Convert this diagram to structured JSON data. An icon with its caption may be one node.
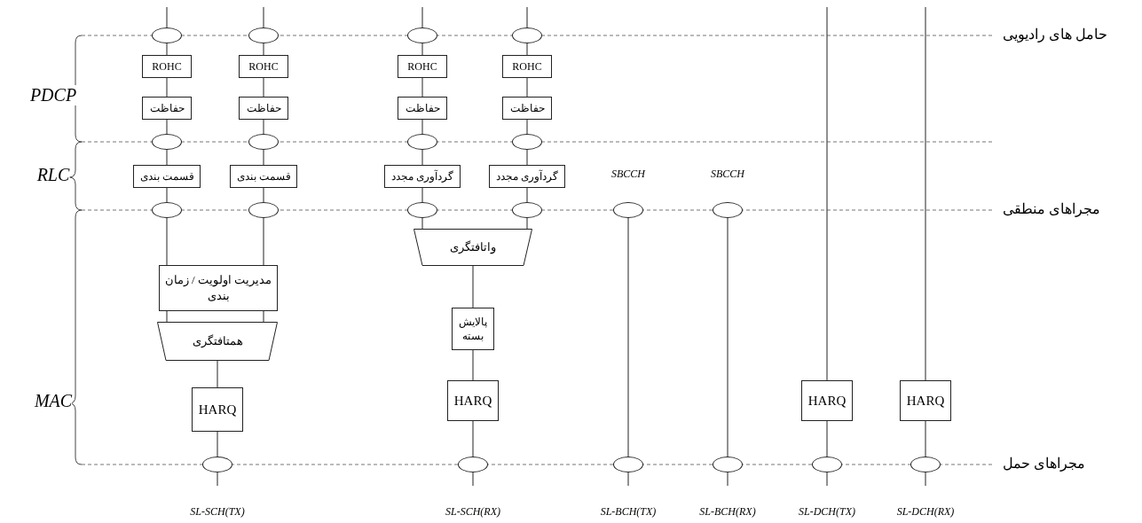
{
  "diagram": {
    "nodes": [
      {
        "text": [],
        "shape": "ellipse"
      },
      {
        "text": [],
        "shape": "ellipse"
      },
      {
        "text": [],
        "shape": "ellipse"
      },
      {
        "text": [],
        "shape": "ellipse"
      },
      {
        "text": [
          "ROHC"
        ]
      },
      {
        "text": [
          "ROHC"
        ]
      },
      {
        "text": [
          "ROHC"
        ]
      },
      {
        "text": [
          "ROHC"
        ]
      },
      {
        "text": [
          "حفاظت"
        ]
      },
      {
        "text": [
          "حفاظت"
        ]
      },
      {
        "text": [
          "حفاظت"
        ]
      },
      {
        "text": [
          "حفاظت"
        ]
      },
      {
        "text": [],
        "shape": "ellipse"
      },
      {
        "text": [],
        "shape": "ellipse"
      },
      {
        "text": [],
        "shape": "ellipse"
      },
      {
        "text": [],
        "shape": "ellipse"
      },
      {
        "text": [
          "قسمت بندی"
        ]
      },
      {
        "text": [
          "قسمت بندی"
        ]
      },
      {
        "text": [
          "گردآوری مجدد"
        ]
      },
      {
        "text": [
          "گردآوری مجدد"
        ]
      },
      {
        "text": [],
        "shape": "ellipse"
      },
      {
        "text": [],
        "shape": "ellipse"
      },
      {
        "text": [],
        "shape": "ellipse"
      },
      {
        "text": [],
        "shape": "ellipse"
      },
      {
        "text": [],
        "shape": "ellipse"
      },
      {
        "text": [],
        "shape": "ellipse"
      },
      {
        "text": [
          "واتافتگری"
        ]
      },
      {
        "text": [
          "مدیریت اولویت / زمان بندی"
        ]
      },
      {
        "text": [
          "پالایش بسته"
        ]
      },
      {
        "text": [
          "همتافتگری"
        ]
      },
      {
        "text": [
          "HARQ"
        ]
      },
      {
        "text": [
          "HARQ"
        ]
      },
      {
        "text": [
          "HARQ"
        ]
      },
      {
        "text": [
          "HARQ"
        ]
      },
      {
        "text": [],
        "shape": "ellipse"
      },
      {
        "text": [],
        "shape": "ellipse"
      },
      {
        "text": [],
        "shape": "ellipse"
      },
      {
        "text": [],
        "shape": "ellipse"
      },
      {
        "text": [],
        "shape": "ellipse"
      },
      {
        "text": [],
        "shape": "ellipse"
      }
    ],
    "edges": [
      {
        "from": null,
        "to": 0,
        "arrow": "none"
      },
      {
        "from": null,
        "to": 1,
        "arrow": "none"
      },
      {
        "from": null,
        "to": 2,
        "arrow": "none"
      },
      {
        "from": null,
        "to": 3,
        "arrow": "none"
      },
      {
        "from": 0,
        "to": 4,
        "arrow": "none"
      },
      {
        "from": 1,
        "to": 5,
        "arrow": "none"
      },
      {
        "from": 2,
        "to": 6,
        "arrow": "none"
      },
      {
        "from": 3,
        "to": 7,
        "arrow": "none"
      },
      {
        "from": 4,
        "to": 8,
        "arrow": "none"
      },
      {
        "from": 5,
        "to": 9,
        "arrow": "none"
      },
      {
        "from": 6,
        "to": 10,
        "arrow": "none"
      },
      {
        "from": 7,
        "to": 11,
        "arrow": "none"
      },
      {
        "from": 8,
        "to": 12,
        "arrow": "none"
      },
      {
        "from": 9,
        "to": 13,
        "arrow": "none"
      },
      {
        "from": 10,
        "to": 14,
        "arrow": "none"
      },
      {
        "from": 11,
        "to": 15,
        "arrow": "none"
      },
      {
        "from": 12,
        "to": 16,
        "arrow": "none"
      },
      {
        "from": 13,
        "to": 17,
        "arrow": "none"
      },
      {
        "from": 14,
        "to": 18,
        "arrow": "none"
      },
      {
        "from": 15,
        "to": 19,
        "arrow": "none"
      },
      {
        "from": 16,
        "to": 20,
        "arrow": "none"
      },
      {
        "from": 17,
        "to": 21,
        "arrow": "none"
      },
      {
        "from": 18,
        "to": 22,
        "arrow": "none"
      },
      {
        "from": 19,
        "to": 23,
        "arrow": "none"
      },
      {
        "from": 20,
        "to": 27,
        "arrow": "none"
      },
      {
        "from": 21,
        "to": 27,
        "arrow": "none"
      },
      {
        "from": 27,
        "to": 29,
        "arrow": "none"
      },
      {
        "from": 27,
        "to": 29,
        "arrow": "none"
      },
      {
        "from": 29,
        "to": 30,
        "arrow": "none"
      },
      {
        "from": 30,
        "to": 34,
        "arrow": "none"
      },
      {
        "from": 34,
        "to": null,
        "arrow": "none"
      },
      {
        "from": 22,
        "to": 26,
        "arrow": "none"
      },
      {
        "from": 23,
        "to": 26,
        "arrow": "none"
      },
      {
        "from": 26,
        "to": 28,
        "arrow": "none"
      },
      {
        "from": 28,
        "to": 31,
        "arrow": "none"
      },
      {
        "from": 31,
        "to": 35,
        "arrow": "none"
      },
      {
        "from": 35,
        "to": null,
        "arrow": "none"
      },
      {
        "from": 24,
        "to": 36,
        "arrow": "none"
      },
      {
        "from": 36,
        "to": null,
        "arrow": "none"
      },
      {
        "from": 25,
        "to": 37,
        "arrow": "none"
      },
      {
        "from": 37,
        "to": null,
        "arrow": "none"
      },
      {
        "from": null,
        "to": 32,
        "arrow": "none"
      },
      {
        "from": 32,
        "to": 38,
        "arrow": "none"
      },
      {
        "from": 38,
        "to": null,
        "arrow": "none"
      },
      {
        "from": null,
        "to": 33,
        "arrow": "none"
      },
      {
        "from": 33,
        "to": 39,
        "arrow": "none"
      },
      {
        "from": 39,
        "to": null,
        "arrow": "none"
      }
    ],
    "labels": [
      "حامل های رادیویی",
      "PDCP",
      "RLC",
      "SBCCH",
      "SBCCH",
      "مجراهای منطقی",
      "MAC",
      "مجراهای حمل",
      "SL-SCH(TX)",
      "SL-SCH(RX)",
      "SL-BCH(TX)",
      "SL-BCH(RX)",
      "SL-DCH(TX)",
      "SL-DCH(RX)"
    ]
  }
}
